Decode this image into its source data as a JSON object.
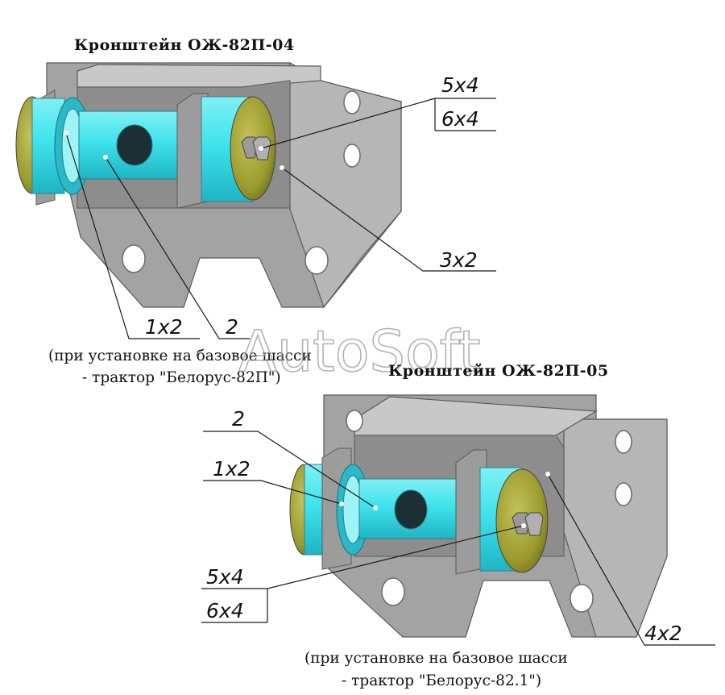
{
  "top_assembly": {
    "title": "Кронштейн ОЖ-82П-04",
    "caption_line1": "(при установке на базовое шасси",
    "caption_line2": "- трактор \"Белорус-82П\")",
    "callouts": {
      "bolt": "5x4",
      "nut": "6x4",
      "plate": "3x2",
      "bushing": "1x2",
      "axle": "2"
    }
  },
  "bottom_assembly": {
    "title": "Кронштейн ОЖ-82П-05",
    "caption_line1": "(при установке на базовое шасси",
    "caption_line2": "- трактор \"Белорус-82.1\")",
    "callouts": {
      "axle": "2",
      "bushing": "1x2",
      "bolt": "5x4",
      "nut": "6x4",
      "plate": "4x2"
    }
  },
  "watermark": "AutoSoft",
  "colors": {
    "plate": "#a8a8a8",
    "plate_dark": "#8f8f8f",
    "plate_light": "#c4c4c4",
    "axle": "#3fe3ec",
    "bushing": "#2ab9c9",
    "bushing_face": "#9a9a2e",
    "outline": "#5a5a5a"
  }
}
